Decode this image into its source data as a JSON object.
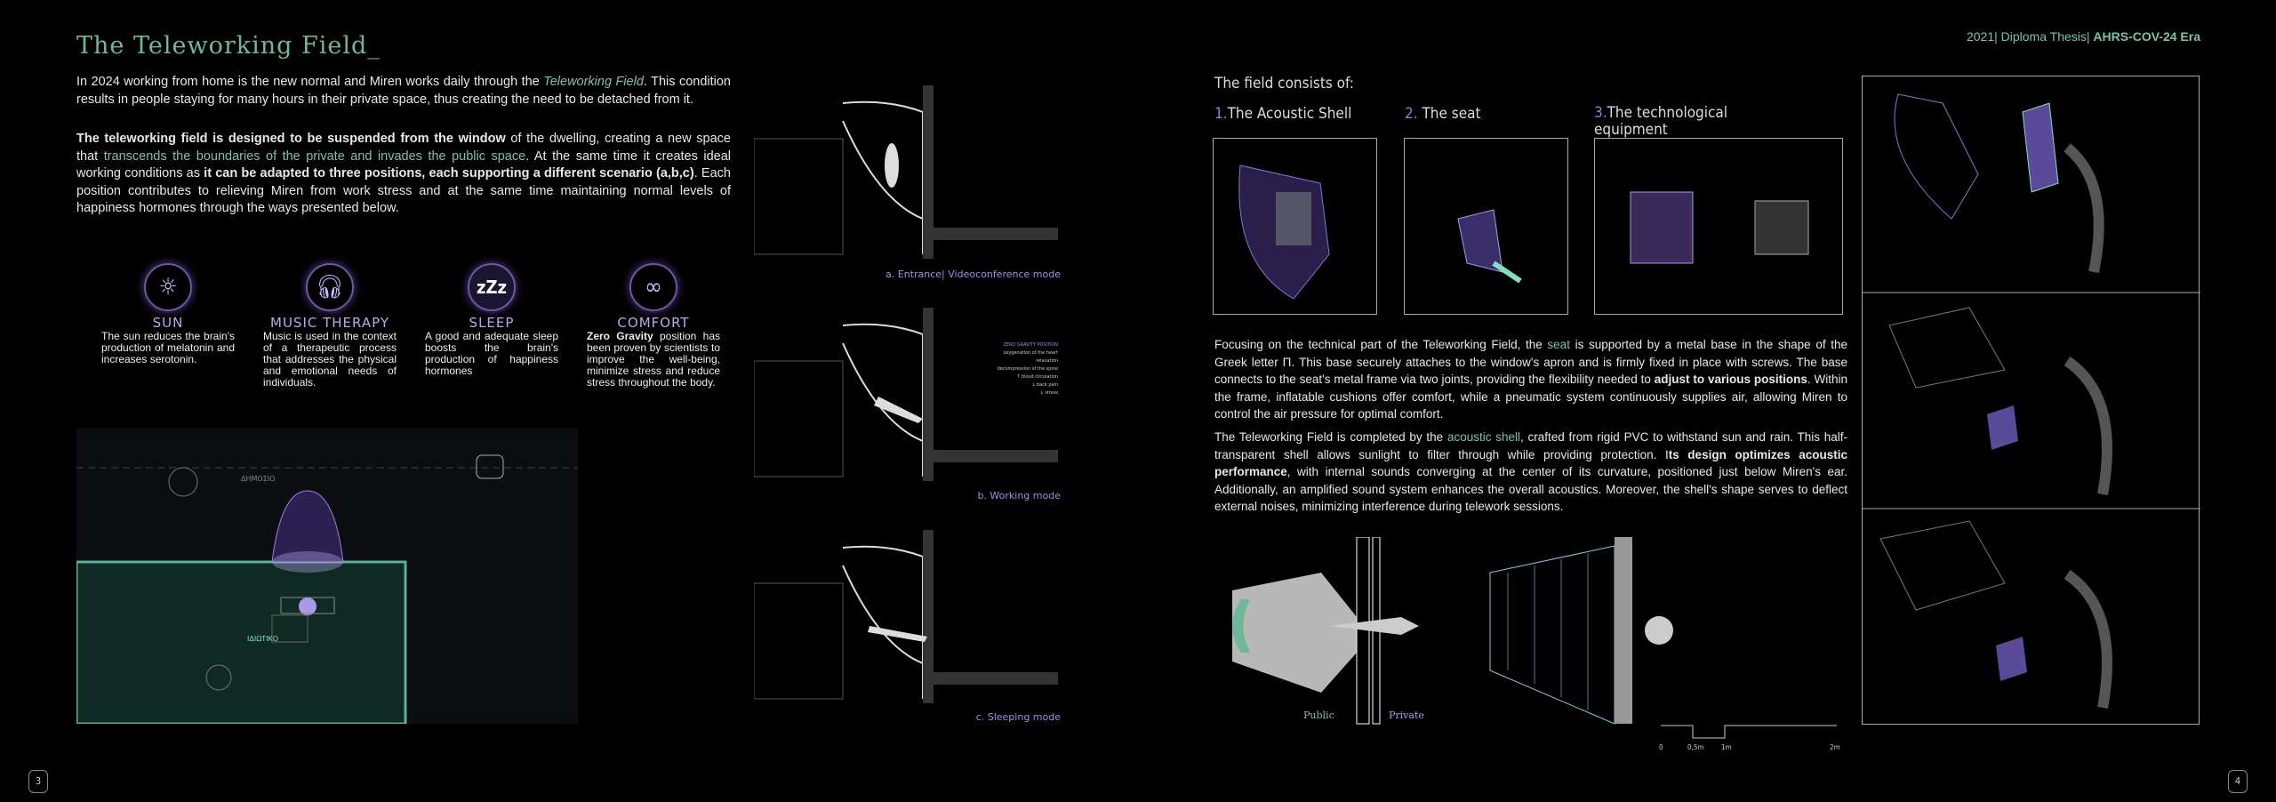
{
  "left": {
    "title": "The Teleworking Field_",
    "p1": {
      "a": "In 2024 working from home is the new normal and Miren works daily through the ",
      "em": "Teleworking Field",
      "b": ".  This condition results in people staying for many hours in their private space, thus creating the need to be detached from it."
    },
    "p2": {
      "b1": "The teleworking field is designed to be suspended from the window",
      "t1": " of the dwelling, creating a new space that ",
      "g": "transcends the boundaries of the private and invades the public space",
      "t2": ". At the same time it creates ideal working conditions as ",
      "b2": "it can be adapted to three positions, each supporting a different scenario (a,b,c)",
      "t3": ". Each position contributes to relieving Miren from work stress and at the same time maintaining normal levels of happiness hormones through the ways presented below."
    },
    "benefits": [
      {
        "label": "SUN",
        "icon": "sun-icon",
        "text": "The sun reduces the brain's production of melatonin and increases serotonin."
      },
      {
        "label": "MUSIC THERAPY",
        "icon": "headphones-icon",
        "text": "Music is used in the context of a therapeutic process that addresses the physical and emotional needs of individuals."
      },
      {
        "label": "SLEEP",
        "icon": "zzz-icon",
        "text": "A good and adequate sleep boosts the brain's production of happiness hormones"
      },
      {
        "label": "COMFORT",
        "icon": "footprint-icon",
        "bold": "Zero Gravity",
        "text": " position has been proven by scientists to improve the well-being, minimize stress and reduce stress throughout the body."
      }
    ],
    "plan_labels": [
      "ΔΗΜΟΣΙΟ",
      "ΙΔΙΩΤΙΚΟ"
    ],
    "modes": [
      "a. Entrance| Videoconference mode",
      "b. Working mode",
      "c. Sleeping mode"
    ],
    "zero_gravity": {
      "title": "ZERO GRAVITY POSITION",
      "items": [
        "oxygenation of the heart",
        "relaxation",
        "decompression of the spine",
        "↑ blood circulation",
        "↓ back pain",
        "↓ stress"
      ]
    },
    "page": "3"
  },
  "right": {
    "header": {
      "a": "2021| Diploma Thesis| ",
      "b": "AHRS-COV-24 Era"
    },
    "consists": "The field consists of:",
    "parts": [
      {
        "n": "1.",
        "t": "The Acoustic Shell"
      },
      {
        "n": "2.",
        "t": "The seat"
      },
      {
        "n": "3.",
        "t": "The technological equipment"
      }
    ],
    "p1": {
      "a": "Focusing on the technical part of the Teleworking Field, the ",
      "g": "seat",
      "b": " is supported by a metal base in the shape of the Greek letter Π. This base securely attaches to the window's apron and is firmly fixed in place with screws. The base connects to the seat's metal frame via two joints, providing the flexibility needed to ",
      "bold": "adjust to various positions",
      "c": ". Within the frame, inflatable cushions offer comfort, while a pneumatic system continuously supplies air, allowing Miren to control the air pressure for optimal comfort."
    },
    "p2": {
      "a": "The Teleworking Field is completed by the ",
      "g": "acoustic shell",
      "b": ",  crafted from rigid PVC to withstand sun and rain. This half-transparent shell allows sunlight to filter through while providing protection. I",
      "bold": "ts design optimizes acoustic performance",
      "c": ", with internal sounds converging at the center of its curvature, positioned just below Miren's ear. Additionally, an amplified sound system enhances the overall acoustics. Moreover, the shell's shape serves to deflect external noises, minimizing interference during telework sessions."
    },
    "public": "Public",
    "private": "Private",
    "scale": [
      "0",
      "0,5m",
      "1m",
      "2m"
    ],
    "page": "4"
  }
}
